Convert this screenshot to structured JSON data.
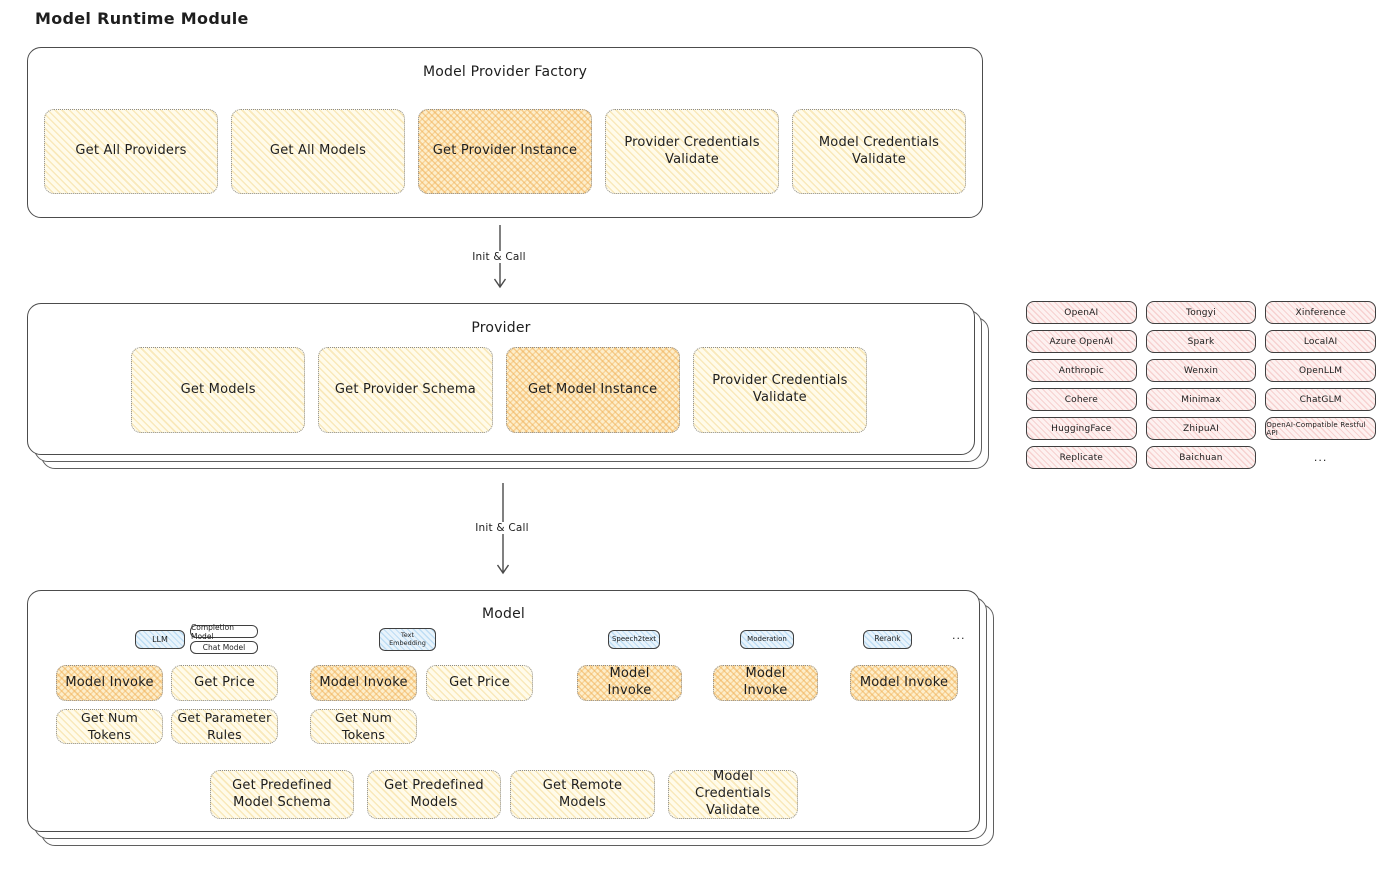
{
  "title": "Model Runtime Module",
  "arrow_label": "Init & Call",
  "factory": {
    "title": "Model Provider Factory",
    "items": [
      {
        "label": "Get All Providers",
        "highlight": false
      },
      {
        "label": "Get All Models",
        "highlight": false
      },
      {
        "label": "Get Provider Instance",
        "highlight": true
      },
      {
        "label": "Provider Credentials Validate",
        "highlight": false
      },
      {
        "label": "Model Credentials Validate",
        "highlight": false
      }
    ]
  },
  "provider": {
    "title": "Provider",
    "items": [
      {
        "label": "Get Models",
        "highlight": false
      },
      {
        "label": "Get Provider Schema",
        "highlight": false
      },
      {
        "label": "Get Model Instance",
        "highlight": true
      },
      {
        "label": "Provider Credentials Validate",
        "highlight": false
      }
    ]
  },
  "provider_list": {
    "items": [
      "OpenAI",
      "Tongyi",
      "Xinference",
      "Azure OpenAI",
      "Spark",
      "LocalAI",
      "Anthropic",
      "Wenxin",
      "OpenLLM",
      "Cohere",
      "Minimax",
      "ChatGLM",
      "HuggingFace",
      "ZhipuAI",
      "OpenAI-Compatible Restful API",
      "Replicate",
      "Baichuan"
    ],
    "more": "..."
  },
  "model": {
    "title": "Model",
    "tags": {
      "llm": "LLM",
      "completion_model": "Completion Model",
      "chat_model": "Chat Model",
      "text_embedding": "Text Embedding",
      "speech2text": "Speech2text",
      "moderation": "Moderation",
      "rerank": "Rerank",
      "more": "..."
    },
    "ops": {
      "model_invoke": "Model Invoke",
      "get_price": "Get Price",
      "get_num_tokens": "Get Num Tokens",
      "get_parameter_rules": "Get Parameter Rules"
    },
    "bottom_items": [
      "Get Predefined Model Schema",
      "Get Predefined Models",
      "Get Remote Models",
      "Model Credentials Validate"
    ]
  },
  "colors": {
    "highlight_fill": "#f2b968",
    "default_fill": "#fff9e8",
    "provider_fill": "#fdf0ef",
    "tag_fill": "#e8f3fb",
    "stroke": "#1e1e1e"
  }
}
